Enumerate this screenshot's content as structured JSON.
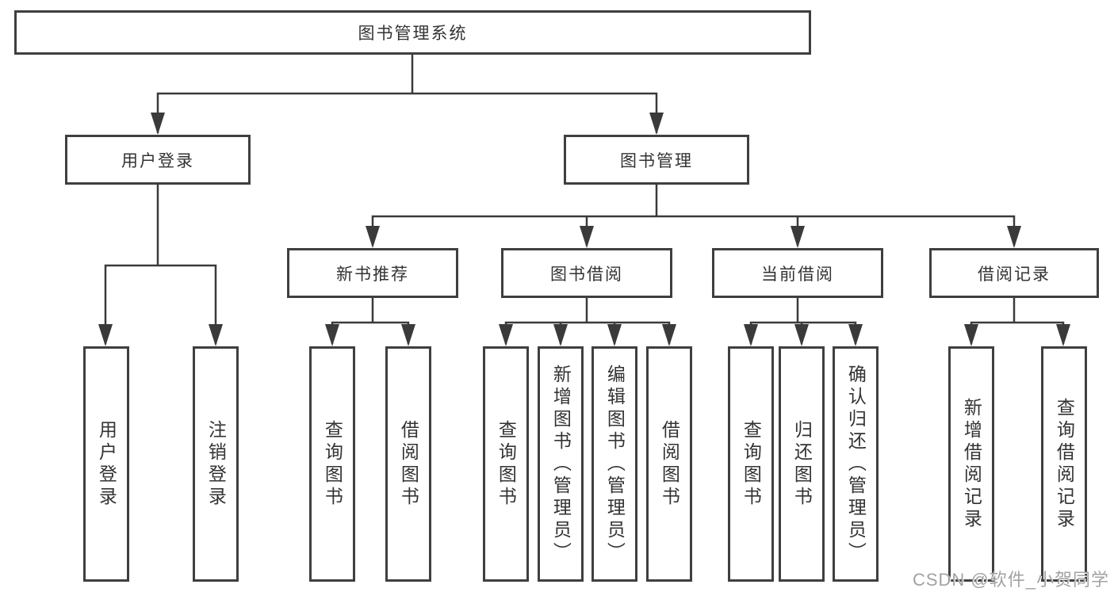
{
  "colors": {
    "line": "#3a3a3a",
    "box_border": "#3f3f3f",
    "text": "#333333",
    "background": "#ffffff",
    "watermark": "#a2a2a2"
  },
  "diagram": {
    "root": {
      "label": "图书管理系统"
    },
    "branches": [
      {
        "label": "用户登录",
        "children": [
          "用户登录",
          "注销登录"
        ]
      },
      {
        "label": "图书管理",
        "children": [
          {
            "label": "新书推荐",
            "children": [
              "查询图书",
              "借阅图书"
            ]
          },
          {
            "label": "图书借阅",
            "children": [
              "查询图书",
              "新增图书（管理员）",
              "编辑图书（管理员）",
              "借阅图书"
            ]
          },
          {
            "label": "当前借阅",
            "children": [
              "查询图书",
              "归还图书",
              "确认归还（管理员）"
            ]
          },
          {
            "label": "借阅记录",
            "children": [
              "新增借阅记录",
              "查询借阅记录"
            ]
          }
        ]
      }
    ]
  },
  "watermark": {
    "text": "CSDN @软件_小贺同学"
  }
}
